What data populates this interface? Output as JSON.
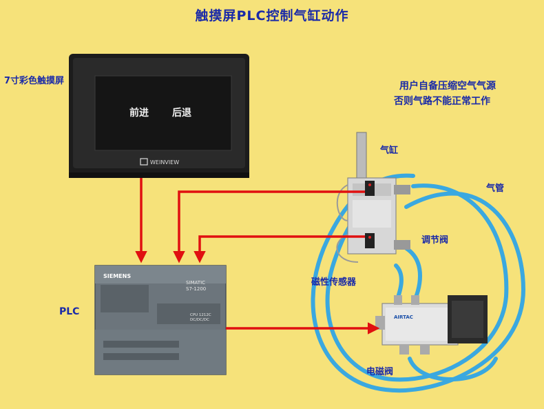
{
  "title": "触摸屏PLC控制气缸动作",
  "labels": {
    "touchscreen": "7寸彩色触摸屏",
    "air_source_line1": "用户自备压缩空气气源",
    "air_source_line2": "否则气路不能正常工作",
    "cylinder": "气缸",
    "air_tube": "气管",
    "regulating_valve": "调节阀",
    "magnetic_sensor": "磁性传感器",
    "plc": "PLC",
    "solenoid_valve": "电磁阀"
  },
  "hmi": {
    "forward": "前进",
    "backward": "后退",
    "brand": "WEINVIEW"
  },
  "plc_device": {
    "brand": "SIEMENS",
    "model_line1": "SIMATIC",
    "model_line2": "S7-1200",
    "cpu_line1": "CPU 1212C",
    "cpu_line2": "DC/DC/DC"
  },
  "valve_device": {
    "brand": "AIRTAC"
  },
  "colors": {
    "background": "#f6e27a",
    "label_text": "#1a2aa8",
    "arrow": "#e01010",
    "tube": "#3aa8e0"
  }
}
